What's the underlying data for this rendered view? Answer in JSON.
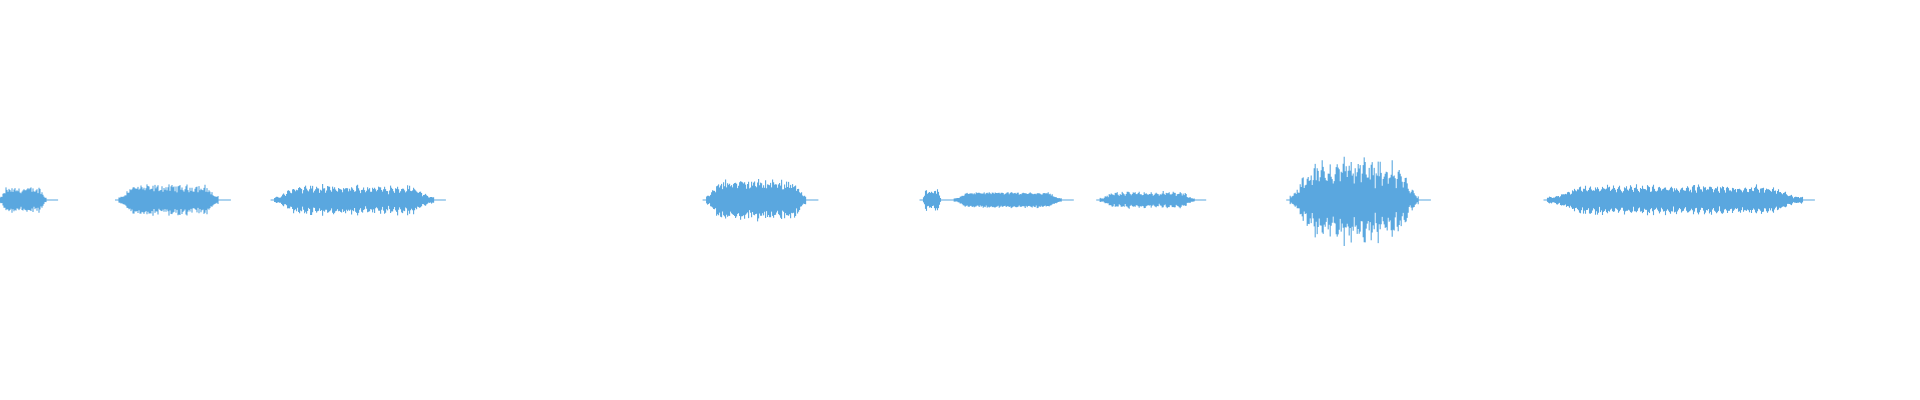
{
  "waveform": {
    "color": "#5aa7df",
    "baseline_color": "#5aa7df",
    "background": "#ffffff",
    "clips": [
      {
        "start": 0.0,
        "end": 0.024,
        "amplitude": 0.1,
        "pattern": "dense"
      },
      {
        "start": 0.062,
        "end": 0.114,
        "amplitude": 0.12,
        "pattern": "dense"
      },
      {
        "start": 0.143,
        "end": 0.226,
        "amplitude": 0.12,
        "pattern": "ribbed"
      },
      {
        "start": 0.368,
        "end": 0.42,
        "amplitude": 0.16,
        "pattern": "dense"
      },
      {
        "start": 0.481,
        "end": 0.49,
        "amplitude": 0.09,
        "pattern": "dense"
      },
      {
        "start": 0.497,
        "end": 0.553,
        "amplitude": 0.06,
        "pattern": "smooth"
      },
      {
        "start": 0.573,
        "end": 0.622,
        "amplitude": 0.07,
        "pattern": "ribbed"
      },
      {
        "start": 0.672,
        "end": 0.739,
        "amplitude": 0.38,
        "pattern": "burst"
      },
      {
        "start": 0.806,
        "end": 0.939,
        "amplitude": 0.12,
        "pattern": "ribbed"
      }
    ]
  }
}
